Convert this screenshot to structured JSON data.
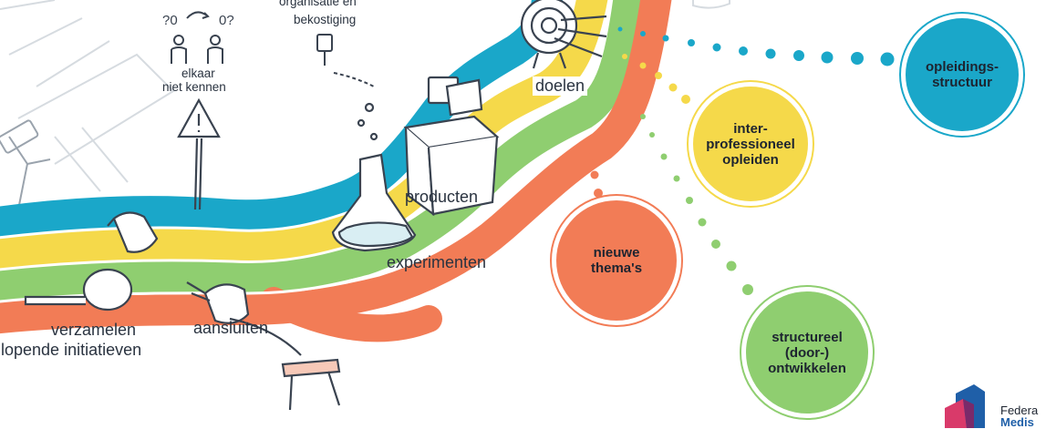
{
  "labels": {
    "top_cutoff": "organisatie en",
    "bekostiging": "bekostiging",
    "elkaar": "elkaar",
    "niet_kennen": "niet kennen",
    "doelen": "doelen",
    "producten": "producten",
    "experimenten": "experimenten",
    "verzamelen": "verzamelen",
    "lopende_initiatieven": "lopende initiatieven",
    "aansluiten": "aansluiten"
  },
  "circles": [
    {
      "text": "opleidings-\nstructuur",
      "color": "#1aa7c9"
    },
    {
      "text": "inter-\nprofessioneel\nopleiden",
      "color": "#f5d94a"
    },
    {
      "text": "nieuwe\nthema's",
      "color": "#f27c56"
    },
    {
      "text": "structureel\n(door-)\nontwikkelen",
      "color": "#8fce70"
    }
  ],
  "logo": {
    "line1": "Federa",
    "line2": "Medis"
  },
  "colors": {
    "blue": "#1aa7c9",
    "yellow": "#f5d94a",
    "green": "#8fce70",
    "orange": "#f27c56",
    "ink": "#2a3340"
  },
  "icons": [
    "tower-icon",
    "people-icon",
    "warning-sign-icon",
    "plug-icon",
    "magnifier-icon",
    "box-icon",
    "flask-icon",
    "target-icon",
    "bench-icon",
    "logo-icon"
  ]
}
